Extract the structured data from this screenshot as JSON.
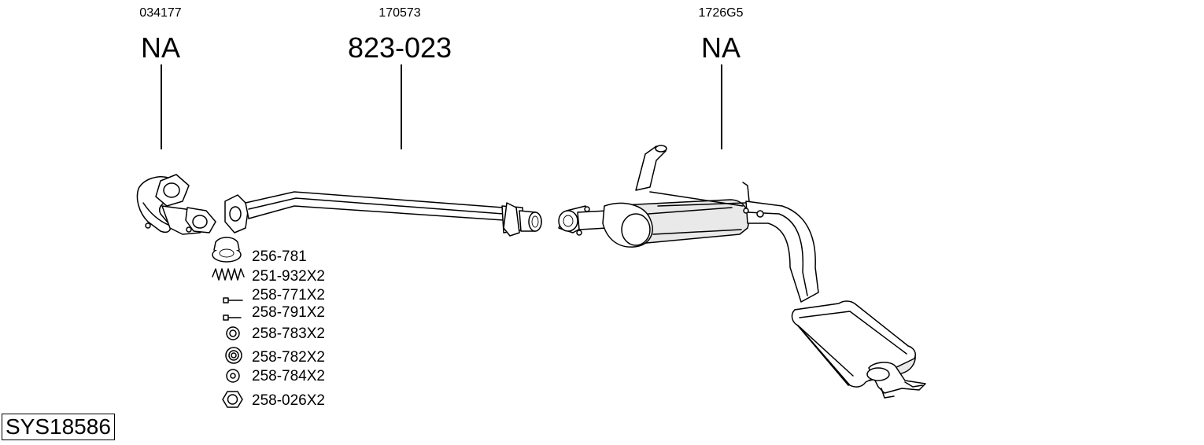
{
  "parts": [
    {
      "ref": "034177",
      "number": "NA"
    },
    {
      "ref": "170573",
      "number": "823-023"
    },
    {
      "ref": "1726G5",
      "number": "NA"
    }
  ],
  "accessories": [
    {
      "label": "256-781",
      "icon": "gasket-ring-icon"
    },
    {
      "label": "251-932X2",
      "icon": "spring-icon"
    },
    {
      "label": "258-771X2",
      "icon": "bolt-icon"
    },
    {
      "label": "258-791X2",
      "icon": "bolt-icon"
    },
    {
      "label": "258-783X2",
      "icon": "washer-icon"
    },
    {
      "label": "258-782X2",
      "icon": "bushing-icon"
    },
    {
      "label": "258-784X2",
      "icon": "washer-icon"
    },
    {
      "label": "258-026X2",
      "icon": "hex-nut-icon"
    }
  ],
  "system_code": "SYS18586"
}
